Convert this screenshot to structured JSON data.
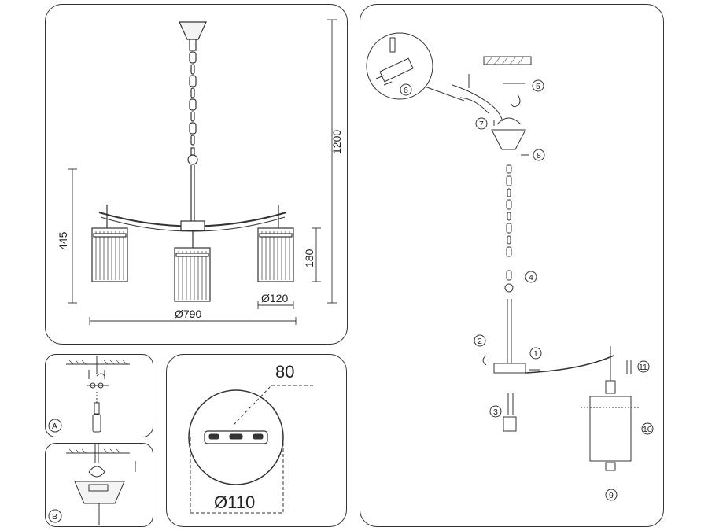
{
  "dimensions": {
    "total_height": "1200",
    "body_height": "445",
    "shade_height": "180",
    "shade_diameter": "Ø120",
    "span_diameter": "Ø790"
  },
  "mounting": {
    "hole_spacing": "80",
    "plate_diameter": "Ø110"
  },
  "detail_labels": {
    "a": "A",
    "b": "B"
  },
  "steps": [
    "1",
    "2",
    "3",
    "4",
    "5",
    "6",
    "7",
    "8",
    "9",
    "10",
    "11"
  ]
}
